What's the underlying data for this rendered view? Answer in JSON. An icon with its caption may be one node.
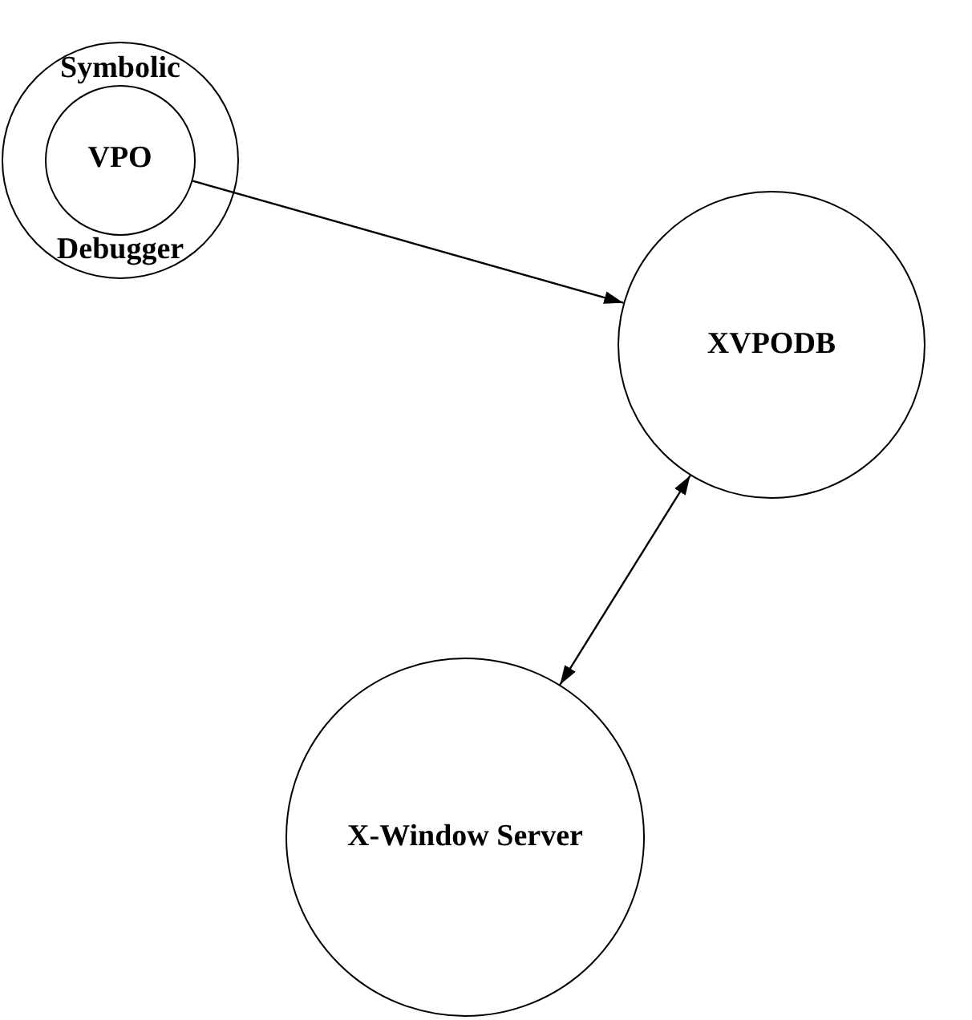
{
  "diagram": {
    "nodes": [
      {
        "text": [
          "Symbolic",
          "Debugger"
        ]
      },
      {
        "text": [
          "VPO"
        ],
        "in": 0
      },
      {
        "text": [
          "XVPODB"
        ]
      },
      {
        "text": [
          "X-Window Server"
        ]
      }
    ],
    "edges": [
      {
        "from": 1,
        "to": 2,
        "arrow": "to"
      },
      {
        "from": 2,
        "to": 3,
        "arrow": "both"
      }
    ]
  }
}
